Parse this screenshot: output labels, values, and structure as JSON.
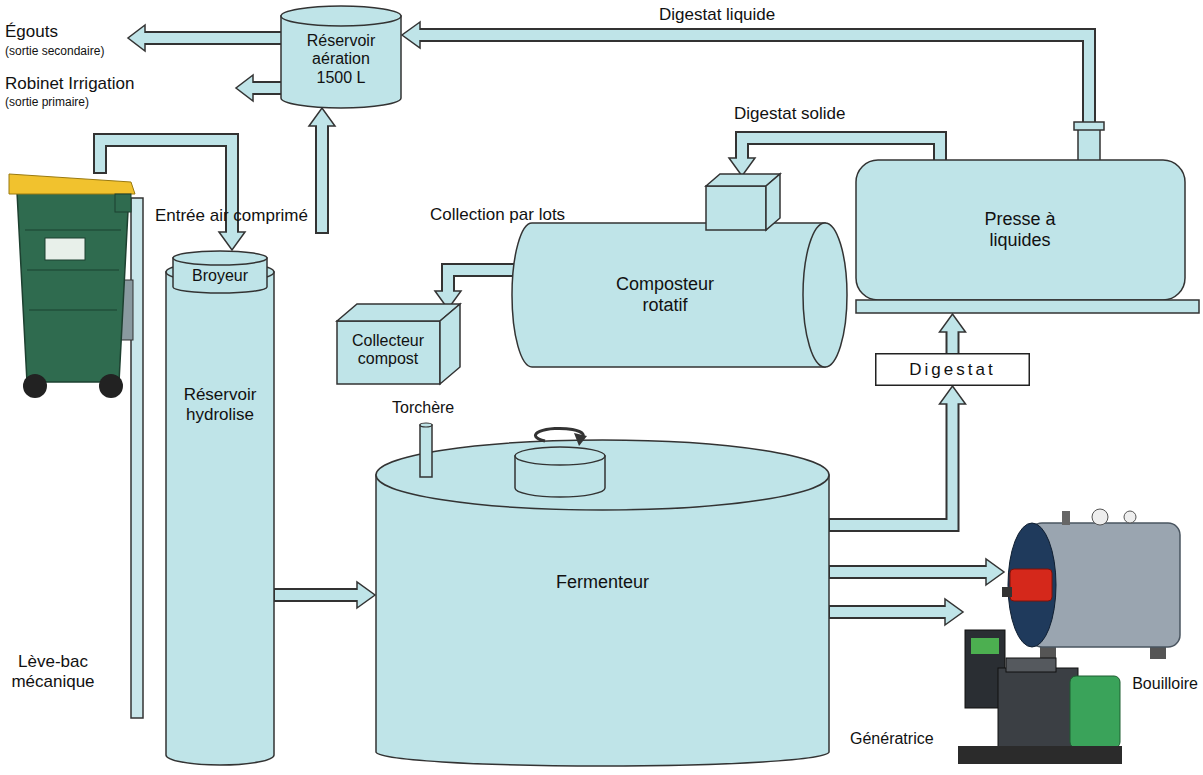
{
  "diagram": {
    "nodes": [
      {
        "text": [
          "Réservoir aération 1500 L"
        ]
      },
      {
        "text": [
          "Lève-bac mécanique"
        ]
      },
      {
        "text": [
          "Réservoir hydrolise"
        ]
      },
      {
        "text": [
          "Broyeur"
        ],
        "in": 2
      },
      {
        "text": [
          "Collection par lots"
        ]
      },
      {
        "text": [
          "Composteur rotatif"
        ]
      },
      {
        "text": [
          "Collecteur compost"
        ]
      },
      {
        "text": [
          "Presse à liquides"
        ]
      },
      {
        "text": [
          "Digestat"
        ]
      },
      {
        "text": [
          "Fermenteur"
        ]
      },
      {
        "text": [
          "Bouilloire"
        ]
      },
      {
        "text": [
          "Génératrice"
        ]
      }
    ],
    "edges": [
      {
        "from": 1,
        "to": 3,
        "arrow": "to"
      },
      {
        "from": 2,
        "to": 9,
        "arrow": "to"
      },
      {
        "from": 9,
        "to": 8,
        "arrow": "to"
      },
      {
        "from": 9,
        "to": 10,
        "arrow": "to"
      },
      {
        "from": 9,
        "to": 11,
        "arrow": "to"
      },
      {
        "from": 8,
        "to": 7,
        "arrow": "to"
      },
      {
        "from": 7,
        "to": 0,
        "label": "Digestat liquide",
        "arrow": "to"
      },
      {
        "from": 7,
        "to": 4,
        "label": "Digestat solide",
        "arrow": "to"
      },
      {
        "from": 5,
        "to": 6,
        "arrow": "to"
      }
    ],
    "labels": [
      "Égouts",
      "(sortie secondaire)",
      "Robinet Irrigation",
      "(sortie primaire)",
      "Entrée air comprimé",
      "Torchère"
    ]
  }
}
